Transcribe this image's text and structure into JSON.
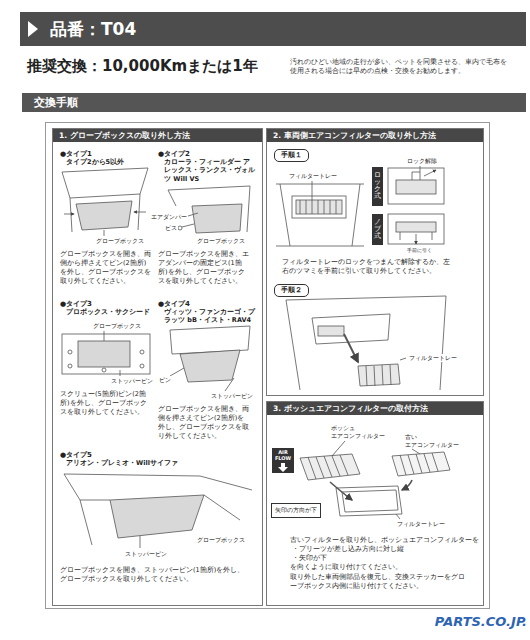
{
  "diagram": {
    "title": "品番：T04",
    "nodes": [
      {
        "text": [
          "交換手順"
        ]
      },
      {
        "text": [
          "1. グローブボックスの取り外し方法"
        ]
      },
      {
        "text": [
          "2. 車両側エアコンフィルターの取り外し方法"
        ]
      },
      {
        "text": [
          "手順１"
        ],
        "in": 2
      },
      {
        "text": [
          "ロック式"
        ],
        "in": 2
      },
      {
        "text": [
          "ノブ式"
        ],
        "in": 2
      },
      {
        "text": [
          "手順２"
        ],
        "in": 2
      },
      {
        "text": [
          "3. ボッシュエアコンフィルターの取付方法"
        ]
      },
      {
        "text": [
          "AIR FLOW"
        ],
        "in": 7
      },
      {
        "text": [
          "矢印の方向が下"
        ],
        "in": 7
      }
    ],
    "labels": [
      "推奨交換：10,000Kmまたは1年",
      "汚れのひどい地域の走行が多い、ペットを同乗させる、車内で毛布を使用される場合には早めの点検・交換をお勧めします。",
      "●タイプ1",
      "タイプ2から5以外",
      "グローブボックス",
      "グローブボックスを開き、両側から押さえてピン(2箇所)を外し、グローブボックスを取り外してください。",
      "●タイプ2",
      "カローラ・フィールダー アレックス・ランクス・ヴォルツ Will VS",
      "エアダンパー",
      "ビス",
      "グローブボックス",
      "グローブボックスを開き、エアダンパーの固定ビス(1箇所)を外し、グローブボックスを取り外してください。",
      "●タイプ3",
      "プロボックス・サクシード",
      "グローブボックス",
      "ストッパーピン",
      "スクリュー(5箇所)ピン(2箇所)を外し、グローブボックスを取り外してください。",
      "●タイプ4",
      "ヴィッツ・ファンカーゴ・プラッツ bB・イスト・RAV4",
      "ピン",
      "ストッパーピン",
      "グローブボックスを開き、両側を押さえてピン(2箇所)を外し、グローブボックスを取り外してください。",
      "●タイプ5",
      "アリオン・プレミオ・Willサイファ",
      "ストッパーピン",
      "グローブボックス",
      "グローブボックスを開き、ストッパーピン(1箇所)を外し、グローブボックスを取り外してください。",
      "フィルタートレー",
      "ロック解除",
      "手前に引く",
      "フィルタートレーのロックをつまんで解除するか、左右のツマミを手前に引いて取り外してください。",
      "フィルタートレー",
      "ボッシュ エアコンフィルター",
      "古い エアコンフィルター",
      "フィルタートレー",
      "古いフィルターを取り外し、ボッシュエアコンフィルターを",
      "・プリーツが差し込み方向に対し縦",
      "・矢印が下",
      "を向くように取り付けてください。",
      "取り外した車両側部品を復元し、交換ステッカーをグローブボックス内側に貼り付けてください。",
      "PARTS.CO.JP."
    ]
  }
}
